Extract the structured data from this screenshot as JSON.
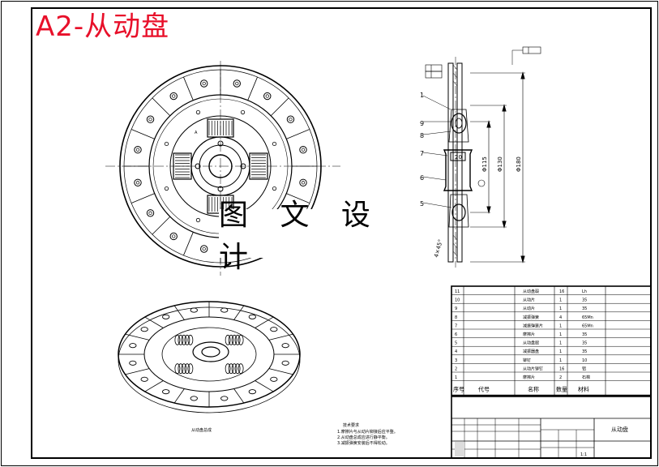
{
  "title": "A2-从动盘",
  "watermark": "图 文 设 计",
  "part_callouts": [
    "1",
    "9",
    "8",
    "7",
    "6",
    "5"
  ],
  "dimensions": {
    "d1": "Φ115",
    "d2": "Φ130",
    "d3": "Φ180",
    "width": "20",
    "angle": "4×45°"
  },
  "bom": {
    "rows": [
      {
        "no": "11",
        "name": "从动盘毂",
        "qty": "16",
        "mat": "Lh"
      },
      {
        "no": "10",
        "name": "从动片",
        "qty": "1",
        "mat": "35"
      },
      {
        "no": "9",
        "name": "从动片",
        "qty": "1",
        "mat": "35"
      },
      {
        "no": "8",
        "name": "减振弹簧",
        "qty": "4",
        "mat": "65Mn"
      },
      {
        "no": "7",
        "name": "减振弹簧片",
        "qty": "1",
        "mat": "65Mn"
      },
      {
        "no": "6",
        "name": "摩擦片",
        "qty": "1",
        "mat": "35"
      },
      {
        "no": "5",
        "name": "从动盘毂",
        "qty": "1",
        "mat": "35"
      },
      {
        "no": "4",
        "name": "减振器盘",
        "qty": "1",
        "mat": "35"
      },
      {
        "no": "3",
        "name": "铆钉",
        "qty": "1",
        "mat": "10"
      },
      {
        "no": "2",
        "name": "从动片铆钉",
        "qty": "16",
        "mat": "铝"
      },
      {
        "no": "1",
        "name": "摩擦片",
        "qty": "2",
        "mat": "石棉"
      }
    ],
    "header": {
      "no": "序号",
      "code": "代号",
      "name": "名称",
      "qty": "数量",
      "mat": "材料"
    }
  },
  "title_block": {
    "drawing_name": "从动盘",
    "scale": "1:1"
  },
  "tech_notes": [
    "技术要求",
    "1.摩擦片与从动片铆接后应平整。",
    "2.从动盘总成应进行静平衡。",
    "3.减振弹簧安装后不得松动。"
  ],
  "sub_label": "从动盘总成"
}
